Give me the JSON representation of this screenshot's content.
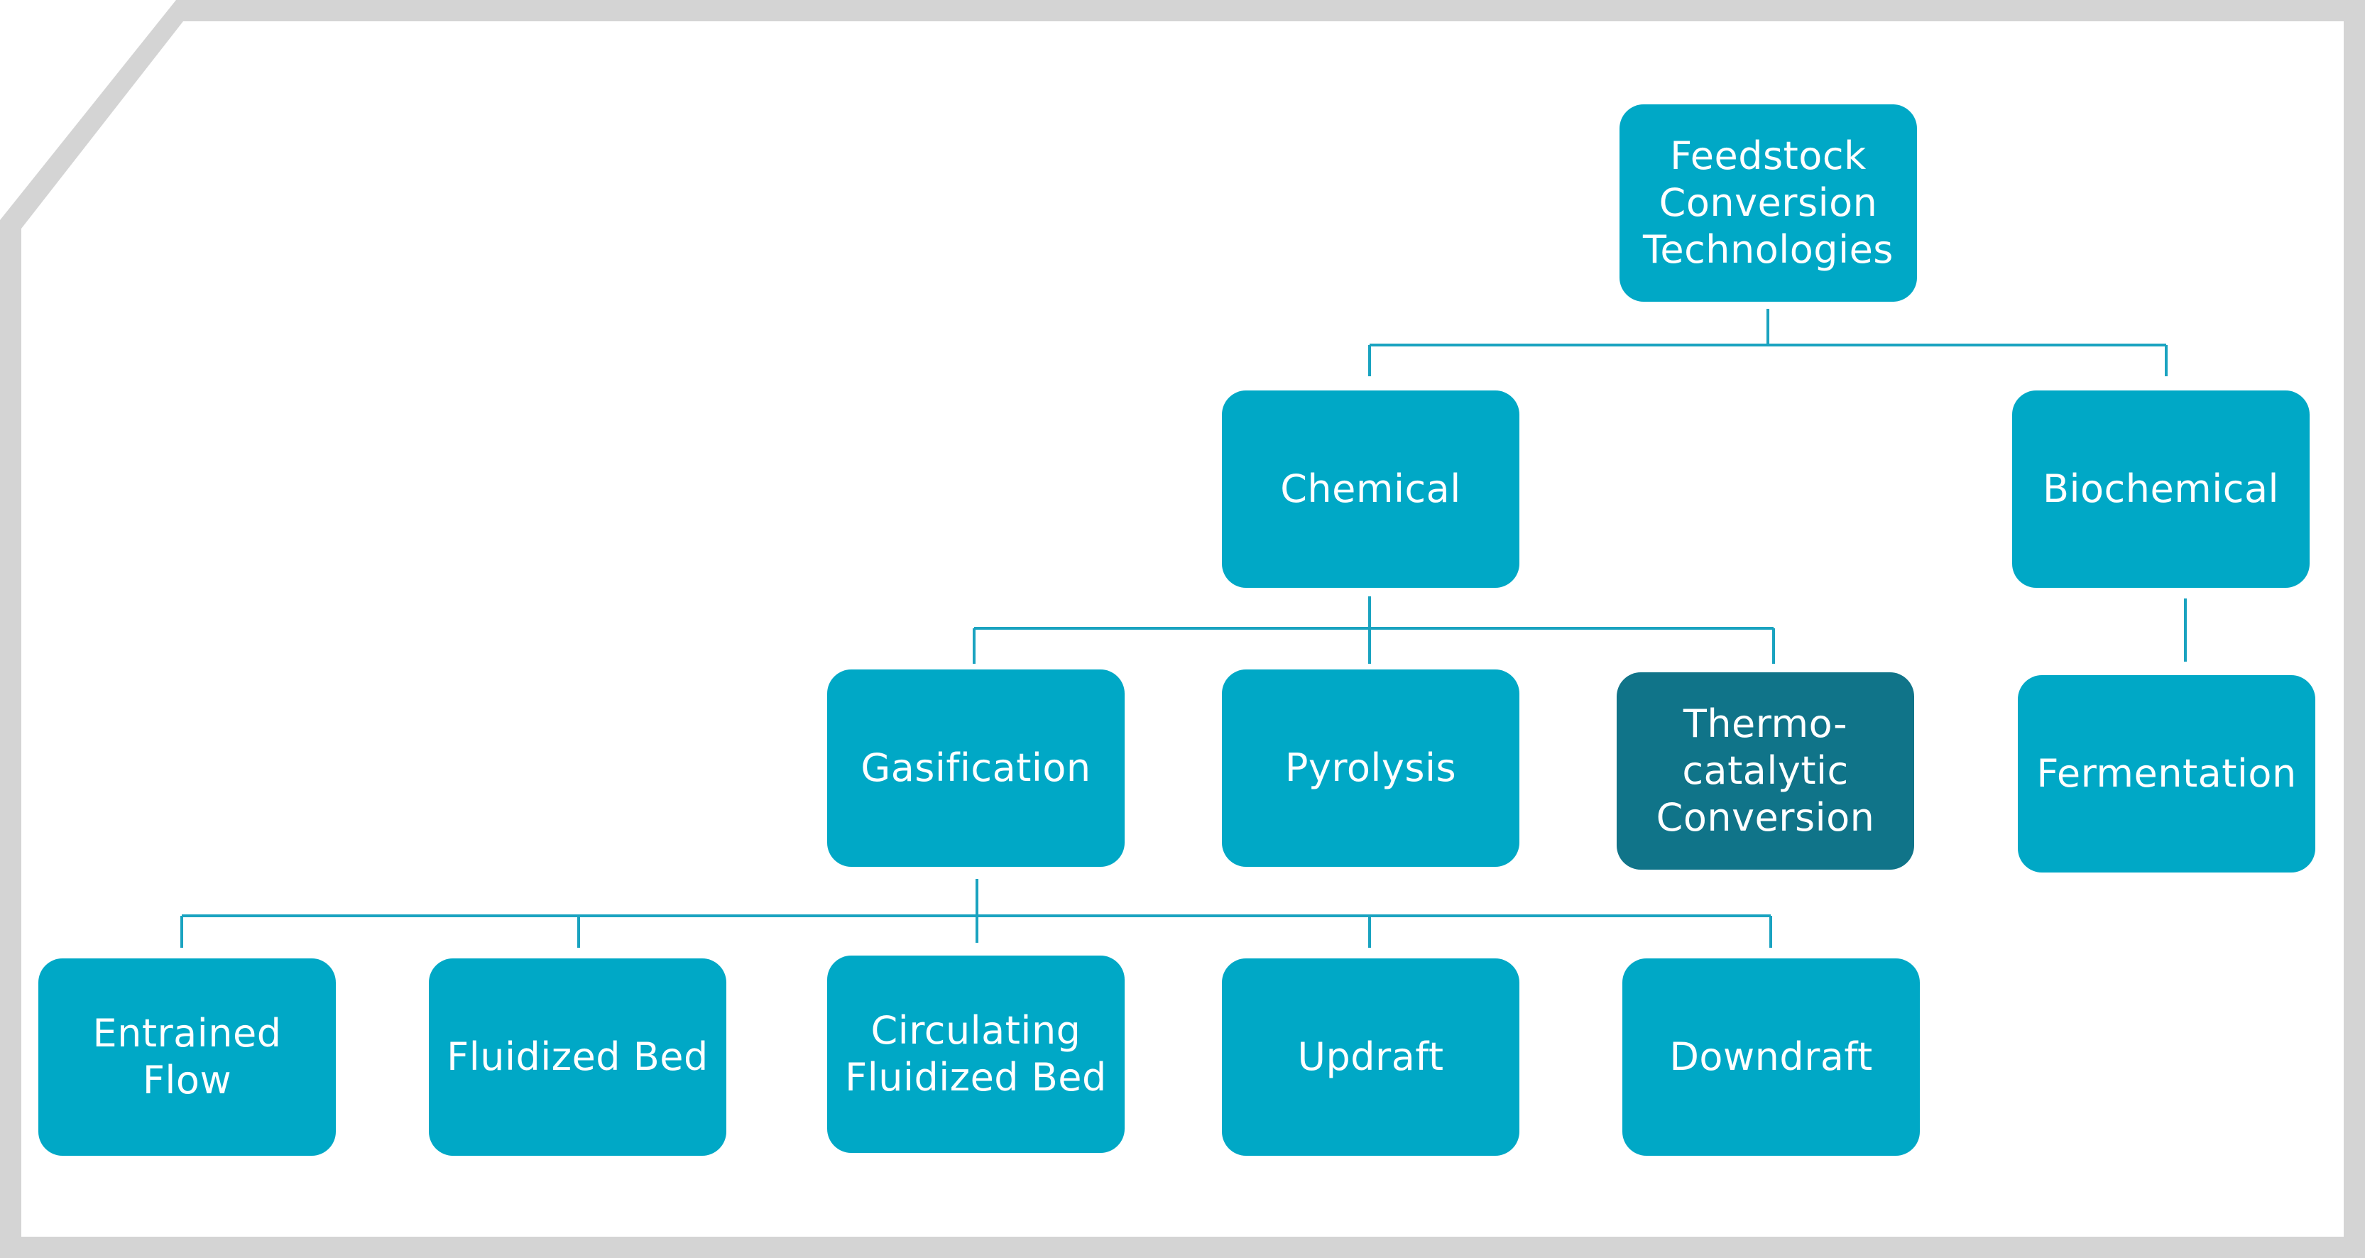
{
  "colors": {
    "node": "#00a8c6",
    "node_highlight": "#107489",
    "connector": "#1aa3c0",
    "frame": "#d4d4d4",
    "text": "#ffffff"
  },
  "diagram": {
    "root": {
      "label": "Feedstock\nConversion\nTechnologies"
    },
    "level1": {
      "chemical": "Chemical",
      "biochemical": "Biochemical"
    },
    "level2": {
      "gasification": "Gasification",
      "pyrolysis": "Pyrolysis",
      "thermocatalytic": "Thermo-\ncatalytic\nConversion",
      "fermentation": "Fermentation"
    },
    "level3": {
      "entrained_flow": "Entrained\nFlow",
      "fluidized_bed": "Fluidized Bed",
      "circulating_fluidized_bed": "Circulating\nFluidized Bed",
      "updraft": "Updraft",
      "downdraft": "Downdraft"
    }
  }
}
